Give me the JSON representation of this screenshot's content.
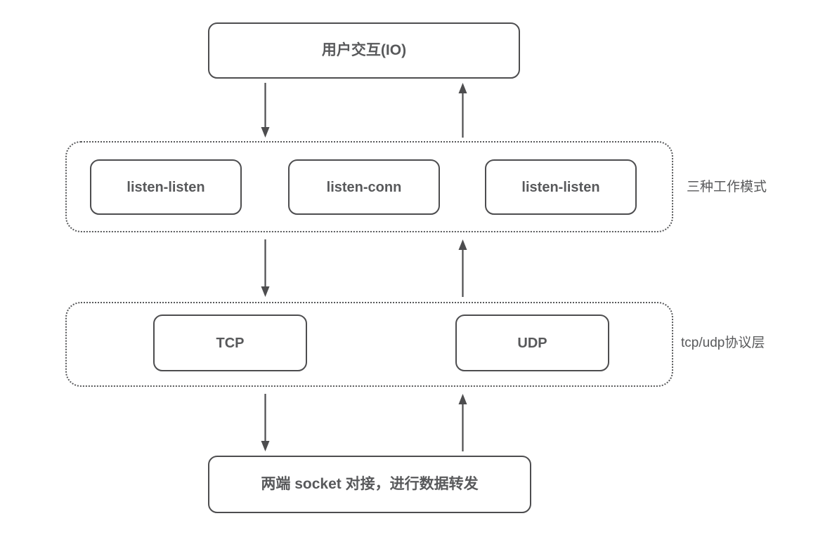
{
  "diagram": {
    "title_text": "",
    "colors": {
      "stroke": "#4d4d4f",
      "text": "#58595b",
      "background": "#ffffff",
      "dotted_border": "#58595b"
    },
    "nodes": {
      "user_io": "用户交互(IO)",
      "listen_listen_1": "listen-listen",
      "listen_conn": "listen-conn",
      "listen_listen_2": "listen-listen",
      "tcp": "TCP",
      "udp": "UDP",
      "socket_forward": "两端 socket 对接，进行数据转发"
    },
    "group_labels": {
      "modes": "三种工作模式",
      "protocol": "tcp/udp协议层"
    },
    "arrows": [
      {
        "name": "user-io-to-modes",
        "direction": "down",
        "from": "用户交互(IO)",
        "to": "三种工作模式"
      },
      {
        "name": "modes-to-user-io",
        "direction": "up",
        "from": "三种工作模式",
        "to": "用户交互(IO)"
      },
      {
        "name": "modes-to-protocol",
        "direction": "down",
        "from": "三种工作模式",
        "to": "tcp/udp协议层"
      },
      {
        "name": "protocol-to-modes",
        "direction": "up",
        "from": "tcp/udp协议层",
        "to": "三种工作模式"
      },
      {
        "name": "protocol-to-socket",
        "direction": "down",
        "from": "tcp/udp协议层",
        "to": "两端 socket 对接，进行数据转发"
      },
      {
        "name": "socket-to-protocol",
        "direction": "up",
        "from": "两端 socket 对接，进行数据转发",
        "to": "tcp/udp协议层"
      }
    ]
  }
}
